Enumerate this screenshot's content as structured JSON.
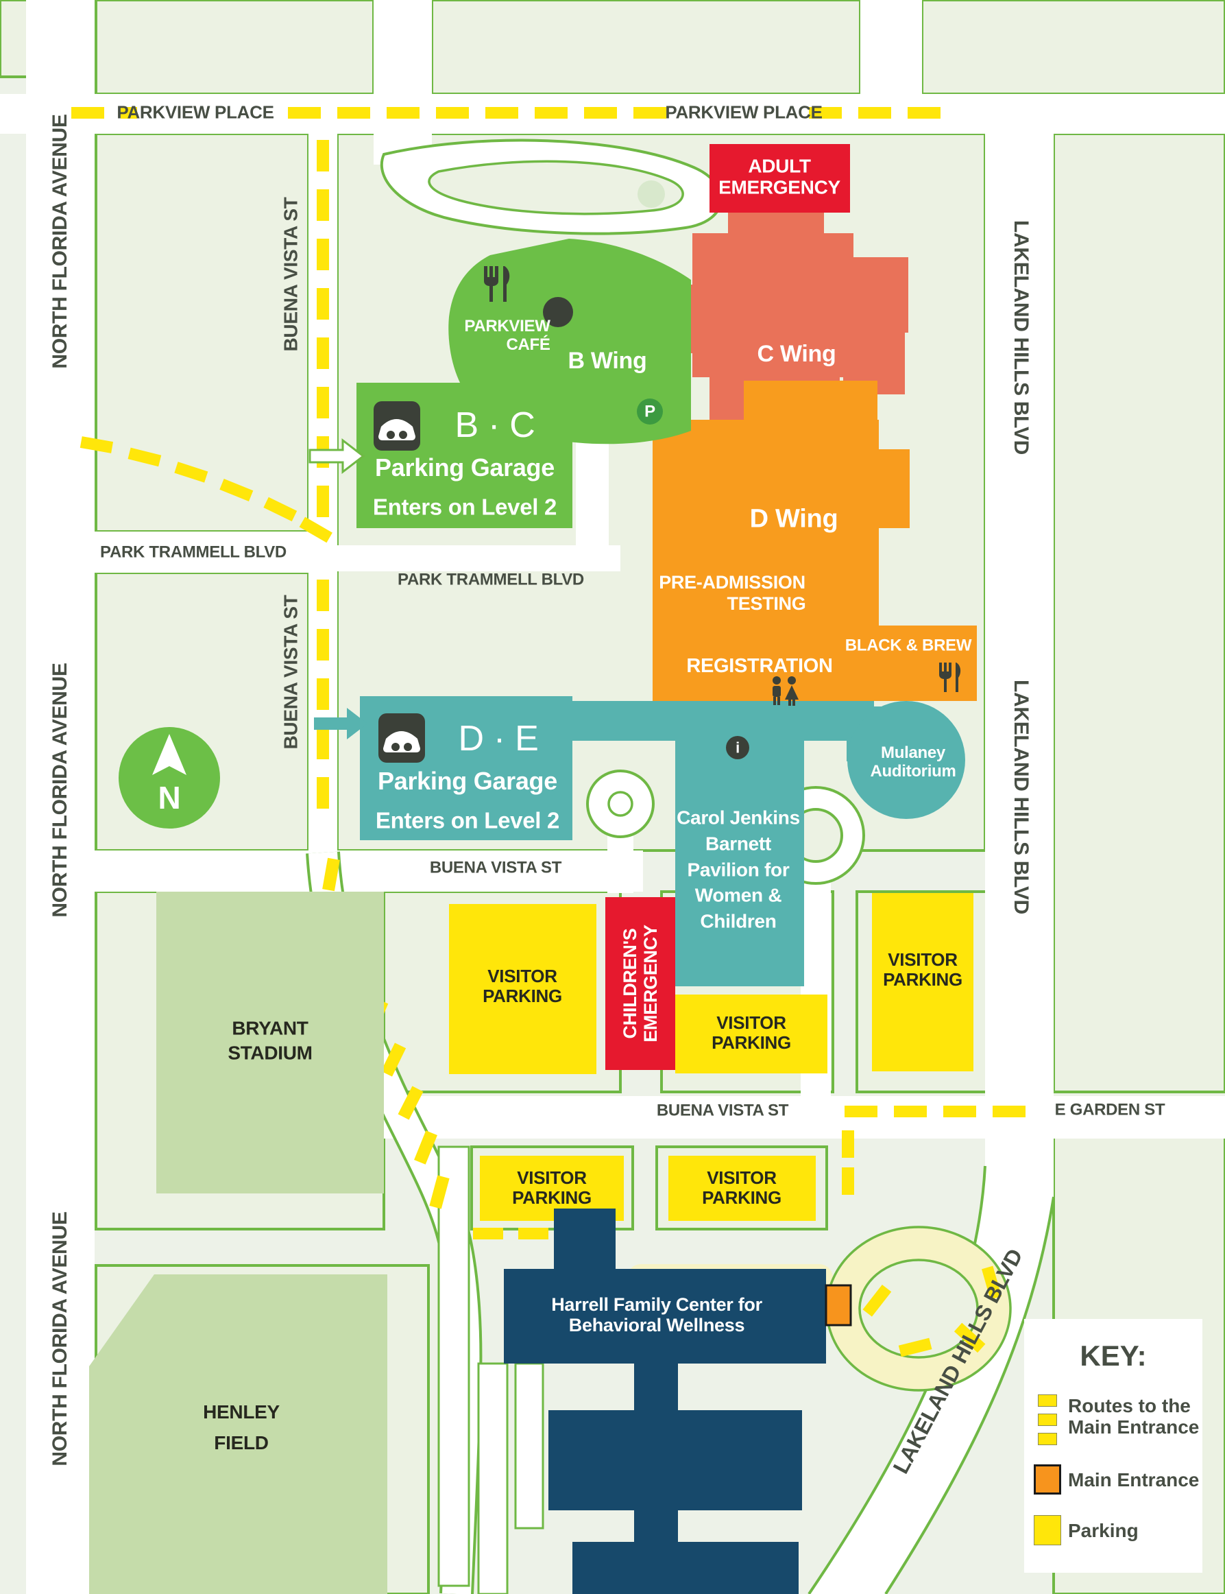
{
  "streets": {
    "parkview_place": "PARKVIEW PLACE",
    "north_florida_avenue": "NORTH FLORIDA AVENUE",
    "buena_vista_st": "BUENA VISTA ST",
    "park_trammell_blvd": "PARK TRAMMELL BLVD",
    "e_garden_st": "E GARDEN ST",
    "lakeland_hills_blvd": "LAKELAND HILLS BLVD"
  },
  "places": {
    "adult_emergency": {
      "line1": "ADULT",
      "line2": "EMERGENCY"
    },
    "b_wing": "B Wing",
    "c_wing": "C Wing",
    "d_wing": "D Wing",
    "parkview_cafe": {
      "line1": "PARKVIEW",
      "line2": "CAFÉ"
    },
    "bc_garage": {
      "name": "B · C",
      "line1": "Parking Garage",
      "line2": "Enters on Level 2"
    },
    "de_garage": {
      "name": "D · E",
      "line1": "Parking Garage",
      "line2": "Enters on Level 2"
    },
    "pre_admission_testing": {
      "line1": "PRE-ADMISSION",
      "line2": "TESTING"
    },
    "registration": "REGISTRATION",
    "black_and_brew": "BLACK & BREW",
    "mulaney_auditorium": {
      "line1": "Mulaney",
      "line2": "Auditorium"
    },
    "pavilion": {
      "line1": "Carol Jenkins",
      "line2": "Barnett",
      "line3": "Pavilion for",
      "line4": "Women &",
      "line5": "Children"
    },
    "childrens_emergency": {
      "line1": "CHILDREN'S",
      "line2": "EMERGENCY"
    },
    "visitor_parking": {
      "line1": "VISITOR",
      "line2": "PARKING"
    },
    "bryant_stadium": {
      "line1": "BRYANT",
      "line2": "STADIUM"
    },
    "henley_field": {
      "line1": "HENLEY",
      "line2": "FIELD"
    },
    "harrell_center": {
      "line1": "Harrell Family Center for",
      "line2": "Behavioral Wellness"
    },
    "info_marker": "i",
    "p_marker": "P"
  },
  "compass": {
    "north": "N"
  },
  "legend": {
    "title": "KEY:",
    "routes": {
      "line1": "Routes to the",
      "line2": "Main Entrance"
    },
    "main_entrance": "Main Entrance",
    "parking": "Parking"
  },
  "colors": {
    "background": "#edf2e8",
    "parcel": "#ecf2e3",
    "road": "#ffffff",
    "street_outline": "#6fb844",
    "route_yellow": "#ffe60a",
    "building_green": "#6cbf47",
    "building_coral": "#e97259",
    "building_orange": "#f89c1e",
    "building_teal": "#57b3af",
    "emergency_red": "#e6192e",
    "building_navy": "#17496b",
    "field_green": "#c5dcaa",
    "main_entrance_orange": "#f7941d",
    "label_gray": "#474e44"
  }
}
